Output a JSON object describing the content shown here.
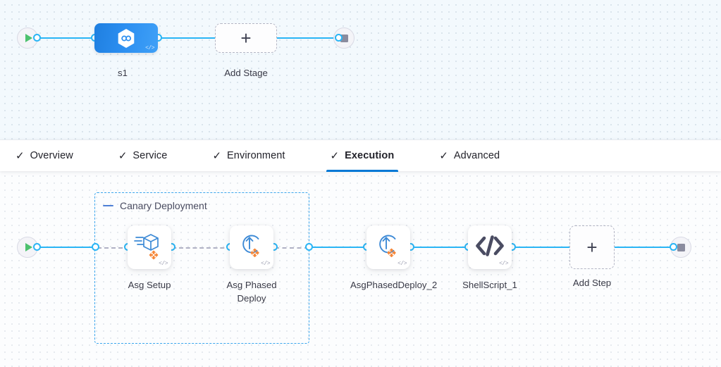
{
  "stage_canvas": {
    "start_node": {
      "icon": "play-icon",
      "label": ""
    },
    "end_node": {
      "icon": "stop-icon",
      "label": ""
    },
    "stage": {
      "label": "s1",
      "icon": "hexagon-link-icon",
      "code_badge": "</>"
    },
    "add_stage": {
      "label": "Add Stage",
      "icon": "plus-icon"
    }
  },
  "tabs": {
    "items": [
      {
        "label": "Overview",
        "tick": "✓",
        "active": false
      },
      {
        "label": "Service",
        "tick": "✓",
        "active": false
      },
      {
        "label": "Environment",
        "tick": "✓",
        "active": false
      },
      {
        "label": "Execution",
        "tick": "✓",
        "active": true
      },
      {
        "label": "Advanced",
        "tick": "✓",
        "active": false
      }
    ],
    "active_index": 3,
    "active_underline_color": "#0278d5"
  },
  "execution_canvas": {
    "start_node": {
      "icon": "play-icon"
    },
    "end_node": {
      "icon": "stop-icon"
    },
    "group": {
      "title": "Canary Deployment",
      "collapse_icon": "minus-icon",
      "border_color": "#3ba5ec"
    },
    "steps": [
      {
        "name": "Asg Setup",
        "icon": "asg-setup-icon",
        "badge": "</>"
      },
      {
        "name": "Asg Phased Deploy",
        "icon": "asg-deploy-icon",
        "badge": "</>"
      },
      {
        "name": "AsgPhasedDeploy_2",
        "icon": "asg-deploy-icon",
        "badge": "</>"
      },
      {
        "name": "ShellScript_1",
        "icon": "shell-script-icon",
        "badge": "</>"
      }
    ],
    "add_step": {
      "label": "Add Step",
      "icon": "plus-icon"
    }
  },
  "colors": {
    "connector": "#2ab5f5",
    "connector_dashed": "#b0b1c4",
    "accent_blue": "#0278d5",
    "stage_gradient_from": "#1f7fe0",
    "stage_gradient_to": "#3fa0f7",
    "play_green": "#4dc16e",
    "stop_gray": "#8a8b9e",
    "orange_badge": "#f58536"
  }
}
